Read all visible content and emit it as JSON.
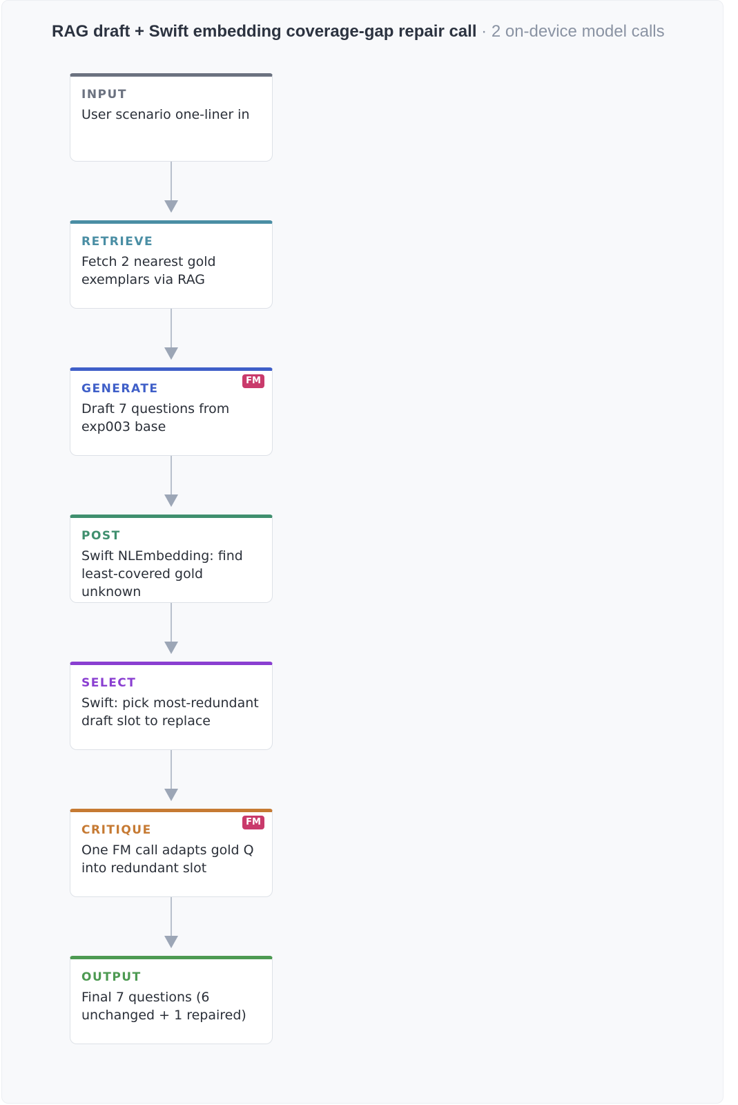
{
  "header": {
    "title": "RAG draft + Swift embedding coverage-gap repair call",
    "separator": "·",
    "subtitle": "2 on-device model calls"
  },
  "nodes": [
    {
      "label": "INPUT",
      "text": "User scenario one-liner in",
      "color": "#6b7280",
      "badge": ""
    },
    {
      "label": "RETRIEVE",
      "text": "Fetch 2 nearest gold exemplars via RAG",
      "color": "#4a8ea4",
      "badge": ""
    },
    {
      "label": "GENERATE",
      "text": "Draft 7 questions from exp003 base",
      "color": "#3f5fc8",
      "badge": "FM"
    },
    {
      "label": "POST",
      "text": "Swift NLEmbedding: find least-covered gold unknown",
      "color": "#3f8f6e",
      "badge": ""
    },
    {
      "label": "SELECT",
      "text": "Swift: pick most-redundant draft slot to replace",
      "color": "#8a3fd1",
      "badge": ""
    },
    {
      "label": "CRITIQUE",
      "text": "One FM call adapts gold Q into redundant slot",
      "color": "#c67a33",
      "badge": "FM"
    },
    {
      "label": "OUTPUT",
      "text": "Final 7 questions (6 unchanged + 1 repaired)",
      "color": "#4d9a52",
      "badge": ""
    }
  ],
  "colors": {
    "badge": "#c93a6b",
    "connector": "#b8c0cc",
    "arrowhead": "#9ca6b6"
  }
}
